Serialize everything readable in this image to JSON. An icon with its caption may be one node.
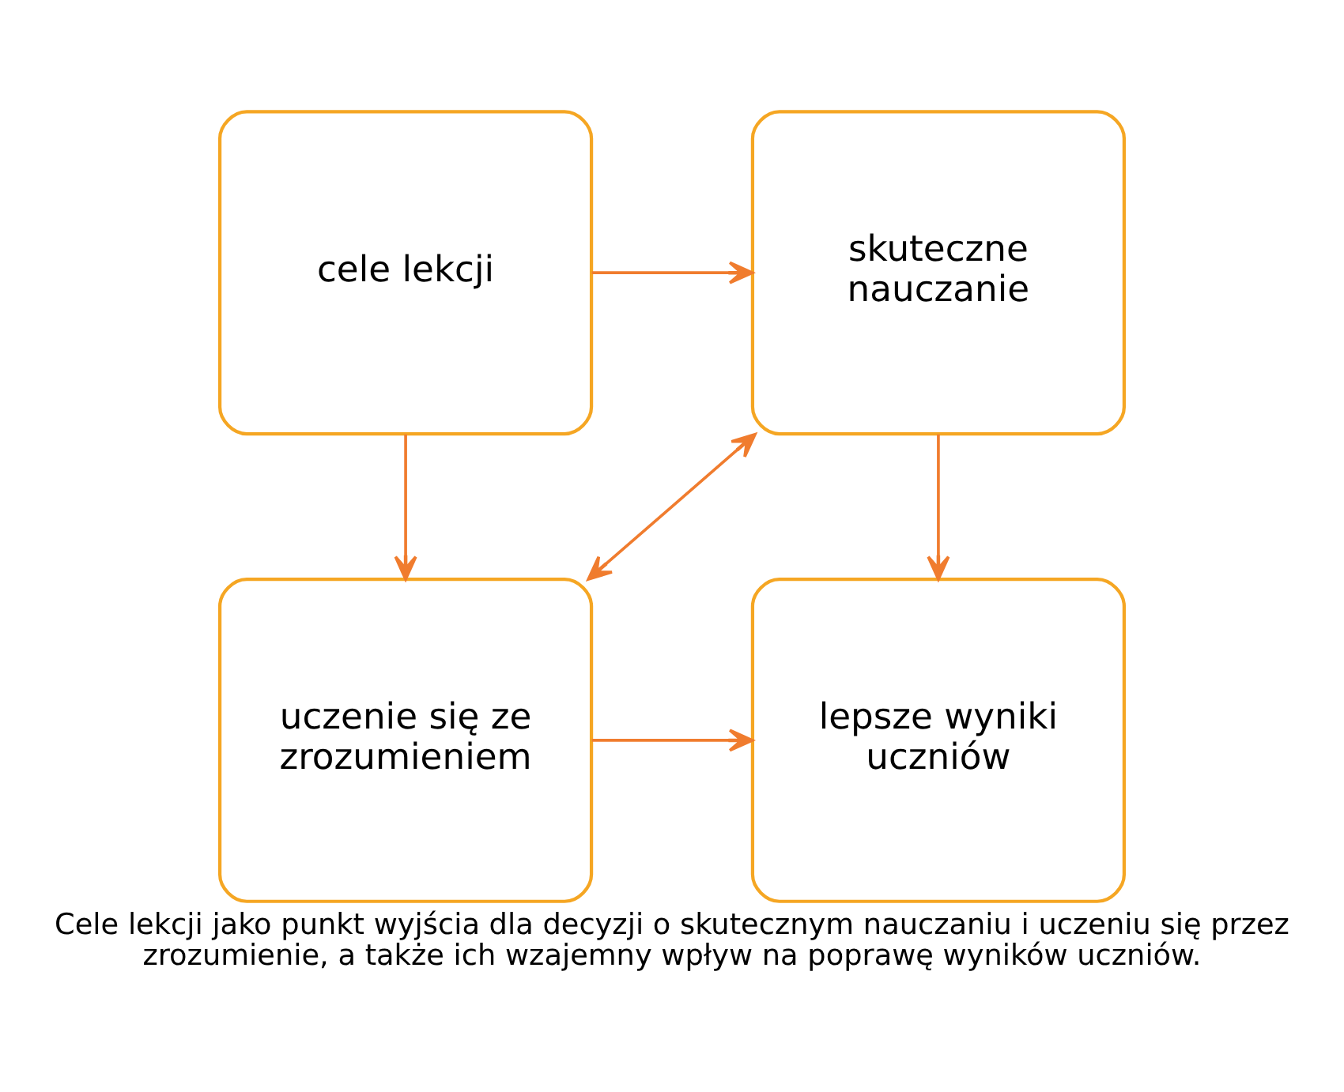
{
  "diagram": {
    "caption": "Cele lekcji jako punkt wyjścia dla decyzji o skutecznym nauczaniu i uczeniu się przez zrozumienie, a także ich wzajemny wpływ na poprawę wyników uczniów.",
    "nodes": [
      {
        "text": [
          "cele lekcji"
        ]
      },
      {
        "text": [
          "skuteczne nauczanie"
        ]
      },
      {
        "text": [
          "uczenie się ze zrozumieniem"
        ]
      },
      {
        "text": [
          "lepsze wyniki uczniów"
        ]
      }
    ],
    "edges": [
      {
        "from": 0,
        "to": 1,
        "arrow": "to"
      },
      {
        "from": 0,
        "to": 2,
        "arrow": "to"
      },
      {
        "from": 2,
        "to": 1,
        "arrow": "both"
      },
      {
        "from": 1,
        "to": 3,
        "arrow": "to"
      },
      {
        "from": 2,
        "to": 3,
        "arrow": "to"
      }
    ]
  }
}
